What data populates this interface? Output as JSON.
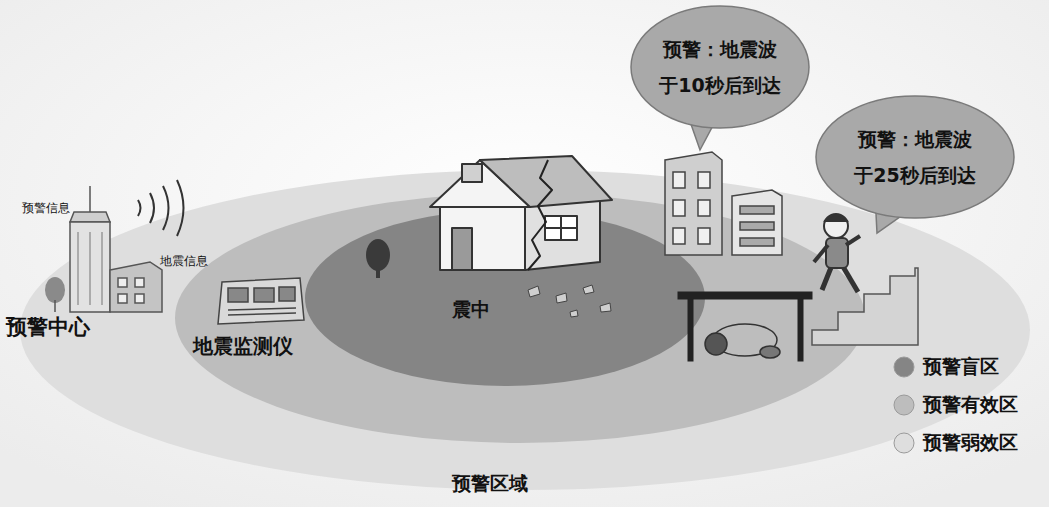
{
  "diagram": {
    "nodes": [
      {
        "text": [
          "预警：地震波 于10秒后到达"
        ]
      },
      {
        "text": [
          "预警：地震波 于25秒后到达"
        ]
      }
    ],
    "labels": [
      "预警信息",
      "地震信息",
      "预警中心",
      "地震监测仪",
      "震中",
      "预警区域"
    ],
    "legend": [
      {
        "text": "预警盲区",
        "color": "#858585"
      },
      {
        "text": "预警有效区",
        "color": "#bdbdbd"
      },
      {
        "text": "预警弱效区",
        "color": "#dedede"
      }
    ]
  }
}
